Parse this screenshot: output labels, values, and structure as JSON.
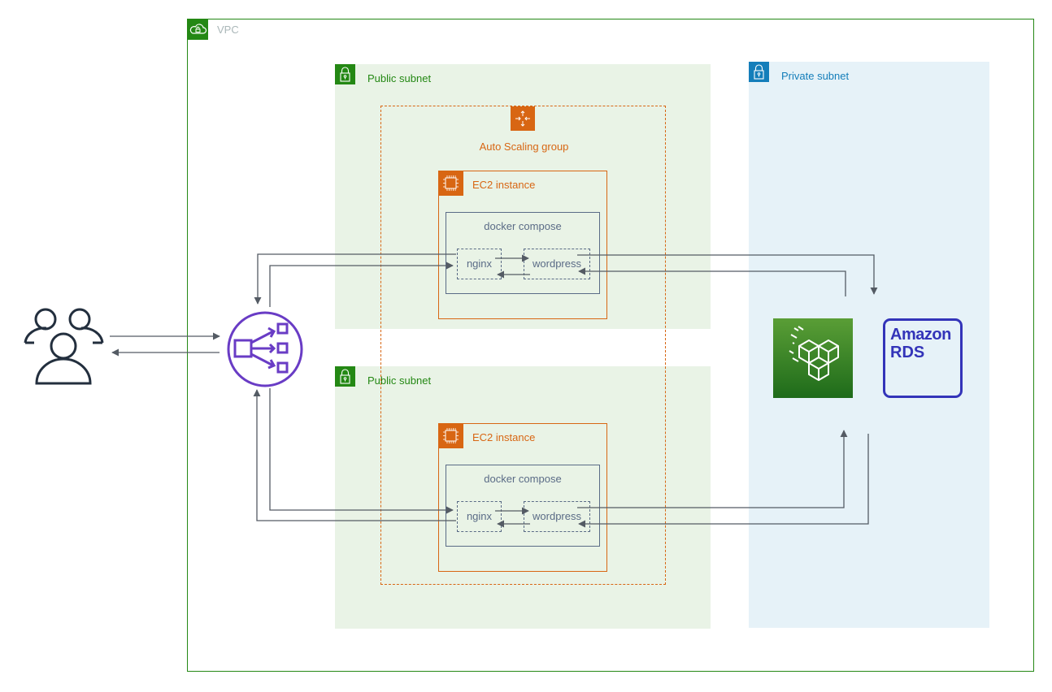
{
  "colors": {
    "vpc_green": "#248814",
    "subnet_public_bg": "#e9f3e6",
    "subnet_private_bg": "#e6f2f8",
    "private_blue": "#147eba",
    "ec2_orange": "#d86613",
    "compose_slate": "#5a6b86",
    "elb_purple": "#693cc5",
    "rds_blue": "#3334b9",
    "arrow_gray": "#545b64"
  },
  "vpc": {
    "label": "VPC",
    "icon": "vpc-cloud-lock-icon"
  },
  "subnets": {
    "public_top": {
      "label": "Public subnet",
      "icon": "padlock-icon"
    },
    "public_bottom": {
      "label": "Public subnet",
      "icon": "padlock-icon"
    },
    "private": {
      "label": "Private subnet",
      "icon": "padlock-icon"
    }
  },
  "auto_scaling_group": {
    "label": "Auto Scaling group",
    "icon": "auto-scaling-icon"
  },
  "instances": [
    {
      "label": "EC2 instance",
      "icon": "ec2-chip-icon",
      "compose_label": "docker compose",
      "services": [
        "nginx",
        "wordpress"
      ]
    },
    {
      "label": "EC2 instance",
      "icon": "ec2-chip-icon",
      "compose_label": "docker compose",
      "services": [
        "nginx",
        "wordpress"
      ]
    }
  ],
  "users": {
    "icon": "users-icon"
  },
  "load_balancer": {
    "icon": "elastic-load-balancer-icon"
  },
  "efs": {
    "icon": "efs-cubes-icon"
  },
  "rds": {
    "line1": "Amazon",
    "line2": "RDS"
  }
}
